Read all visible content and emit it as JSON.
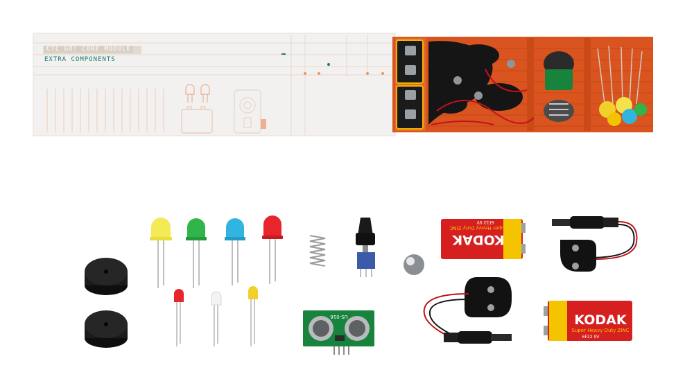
{
  "box": {
    "module_title": "CTC GO! CORE MODULE",
    "subtitle": "EXTRA COMPONENTS"
  },
  "battery_label": {
    "brand": "KODAK",
    "line": "Super Heavy Duty ZINC",
    "model": "6F22 9V"
  },
  "sensor_label": "US-016",
  "colors": {
    "brand_red": "#d62020",
    "brand_yellow": "#f5c400",
    "box_orange": "#d9541e",
    "box_white": "#f3f1ef",
    "pcb_green": "#17833c",
    "teal_text": "#0f7c74",
    "led_yellow": "#f4ea55",
    "led_green": "#2fb54a",
    "led_blue": "#32b4e0",
    "led_red": "#e8242c"
  }
}
